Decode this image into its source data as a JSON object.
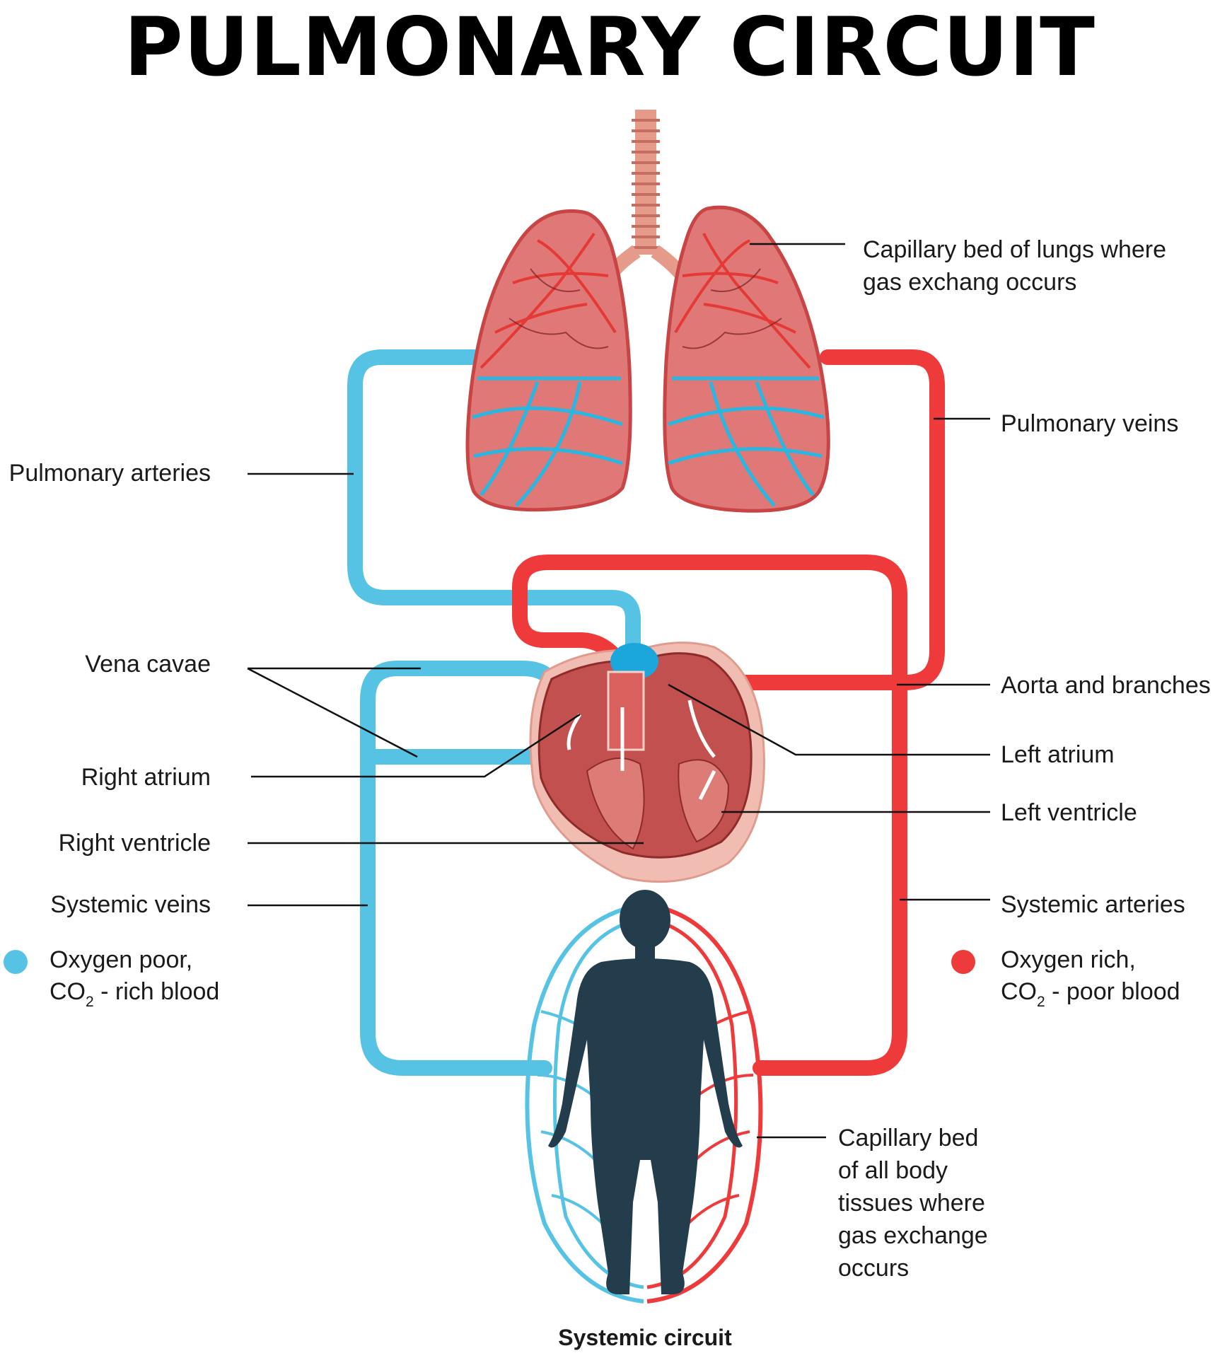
{
  "title": "PULMONARY CIRCUIT",
  "colors": {
    "oxygen_poor": "#56c3e4",
    "oxygen_rich": "#ee3a3a",
    "lung_fill": "#e07878",
    "lung_outline": "#c94545",
    "heart_fill": "#c2504f",
    "body_silhouette": "#233d4d"
  },
  "labels": {
    "capillary_lungs": [
      "Capillary bed of lungs where",
      "gas exchang occurs"
    ],
    "pulmonary_veins": "Pulmonary veins",
    "pulmonary_arteries": "Pulmonary arteries",
    "vena_cavae": "Vena cavae",
    "aorta": "Aorta and branches",
    "left_atrium": "Left atrium",
    "right_atrium": "Right atrium",
    "left_ventricle": "Left ventricle",
    "right_ventricle": "Right ventricle",
    "systemic_veins": "Systemic veins",
    "systemic_arteries": "Systemic arteries",
    "capillary_body": [
      "Capillary bed",
      "of all body",
      "tissues where",
      "gas exchange",
      "occurs"
    ],
    "systemic_circuit": "Systemic circuit"
  },
  "legend": {
    "poor": {
      "line1": "Oxygen poor,",
      "co": "CO",
      "sub": "2",
      "rest": " - rich blood"
    },
    "rich": {
      "line1": "Oxygen rich,",
      "co": "CO",
      "sub": "2",
      "rest": " - poor blood"
    }
  },
  "icons": [
    "lungs-icon",
    "trachea-icon",
    "heart-icon",
    "human-body-icon"
  ]
}
